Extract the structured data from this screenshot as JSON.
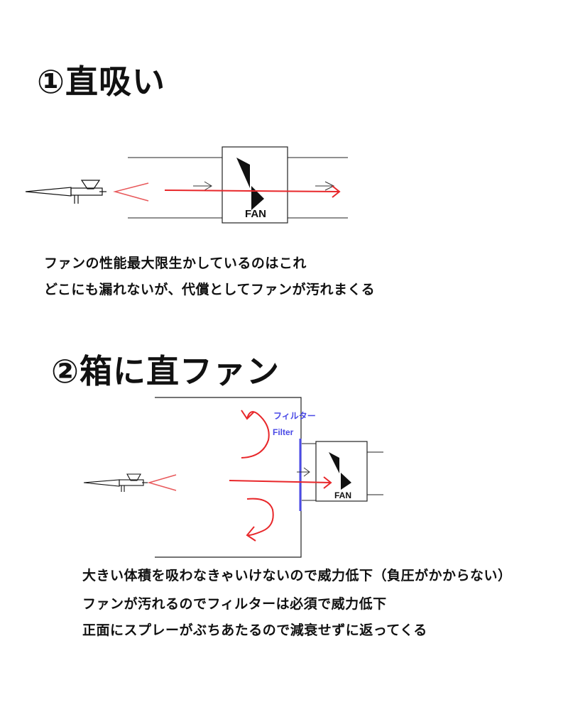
{
  "section1": {
    "heading": "①直吸い",
    "fan_label": "FAN",
    "lines": [
      "ファンの性能最大限生かしているのはこれ",
      "どこにも漏れないが、代償としてファンが汚れまくる"
    ]
  },
  "section2": {
    "heading": "②箱に直ファン",
    "fan_label": "FAN",
    "filter_label_jp": "フィルター",
    "filter_label_en": "Filter",
    "lines": [
      "大きい体積を吸わなきゃいけないので威力低下（負圧がかからない）",
      "ファンが汚れるのでフィルターは必須で威力低下",
      "正面にスプレーがぶちあたるので減衰せずに返ってくる"
    ]
  },
  "colors": {
    "airflow": "#e8272a",
    "spray": "#e8585a",
    "filter": "#4a4ae6",
    "ink": "#111111"
  }
}
